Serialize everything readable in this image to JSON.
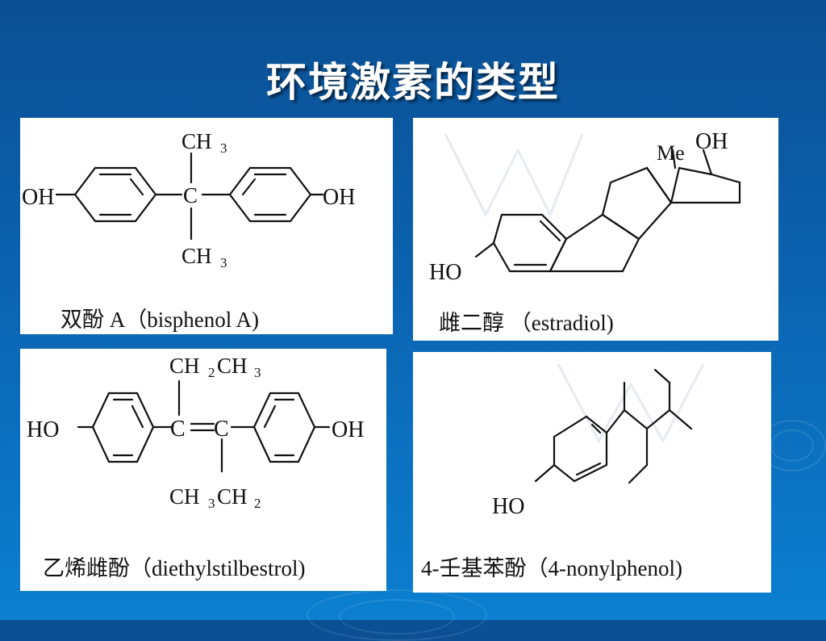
{
  "slide": {
    "title": "环境激素的类型"
  },
  "panels": [
    {
      "caption": "双酚 A（bisphenol A)",
      "labels": {
        "ch3_top": "CH",
        "ch3_top_sub": "3",
        "ch3_bottom": "CH",
        "ch3_bottom_sub": "3",
        "c_center": "C",
        "oh_left": "OH",
        "oh_right": "OH"
      }
    },
    {
      "caption": "雌二醇 （estradiol)",
      "labels": {
        "me": "Me",
        "oh": "OH",
        "ho": "HO"
      }
    },
    {
      "caption": "乙烯雌酚（diethylstilbestrol)",
      "labels": {
        "ho": "HO",
        "oh": "OH",
        "c_left": "C",
        "c_right": "C",
        "top_group": "CH",
        "top_sub1": "2",
        "top_ch3": "CH",
        "top_sub2": "3",
        "bottom_group": "CH",
        "bottom_sub1": "3",
        "bottom_ch2": "CH",
        "bottom_sub2": "2"
      }
    },
    {
      "caption": "4-壬基苯酚（4-nonylphenol)",
      "labels": {
        "ho": "HO"
      }
    }
  ]
}
